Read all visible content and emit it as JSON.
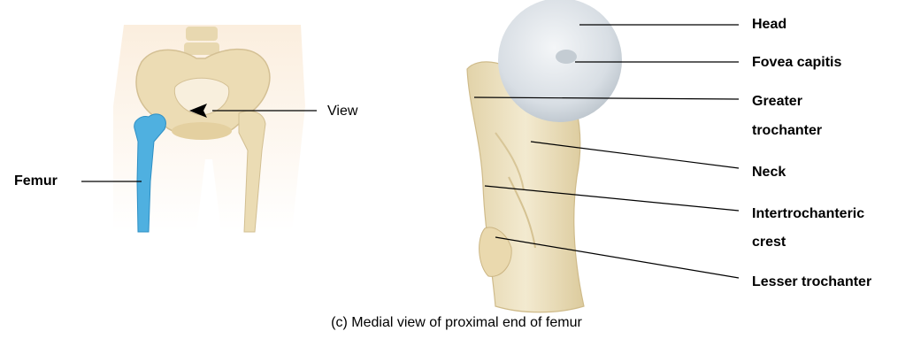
{
  "left_panel": {
    "femur_label": "Femur",
    "view_label": "View"
  },
  "right_panel": {
    "labels": {
      "head": "Head",
      "fovea_capitis": "Fovea capitis",
      "greater_trochanter_line1": "Greater",
      "greater_trochanter_line2": "trochanter",
      "neck": "Neck",
      "intertrochanteric_line1": "Intertrochanteric",
      "intertrochanteric_line2": "crest",
      "lesser_trochanter": "Lesser trochanter"
    }
  },
  "caption": "(c) Medial view of proximal end of femur",
  "colors": {
    "bone": "#efe4c4",
    "bone_shadow": "#d9c9a0",
    "skin": "#f7e4cf",
    "highlight_femur": "#4fb0e0",
    "head_cartilage": "#dde3e8",
    "leader": "#000000"
  }
}
